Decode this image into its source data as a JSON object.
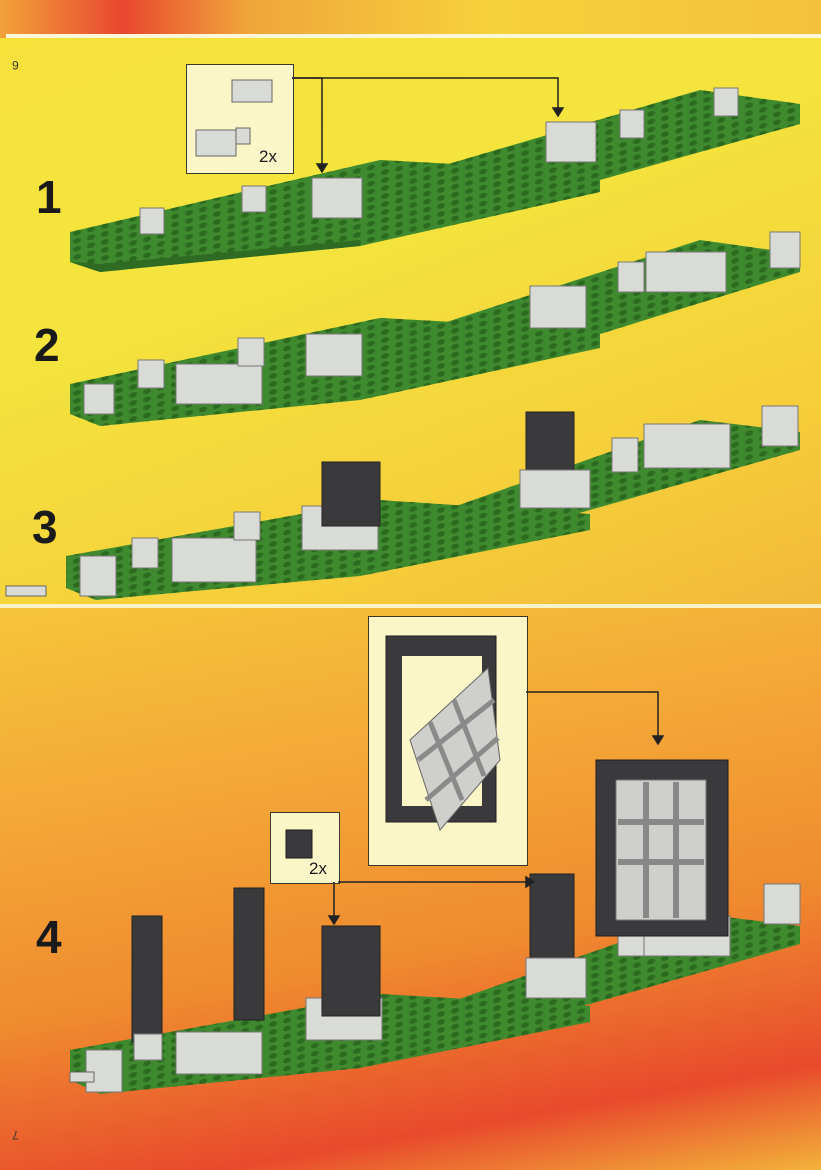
{
  "page_numbers": {
    "top": "6",
    "bottom": "7"
  },
  "steps": [
    {
      "number": "1"
    },
    {
      "number": "2"
    },
    {
      "number": "3"
    },
    {
      "number": "4"
    }
  ],
  "insets": {
    "step1_part": {
      "quantity": "2x"
    },
    "step4_part": {
      "quantity": "2x"
    }
  },
  "colors": {
    "baseplate_green": "#3f8a2e",
    "brick_light_gray": "#d9dbd6",
    "brick_dark_gray": "#3a3a3c",
    "page_yellow": "#f4e23c",
    "page_orange": "#ef8a2f"
  }
}
